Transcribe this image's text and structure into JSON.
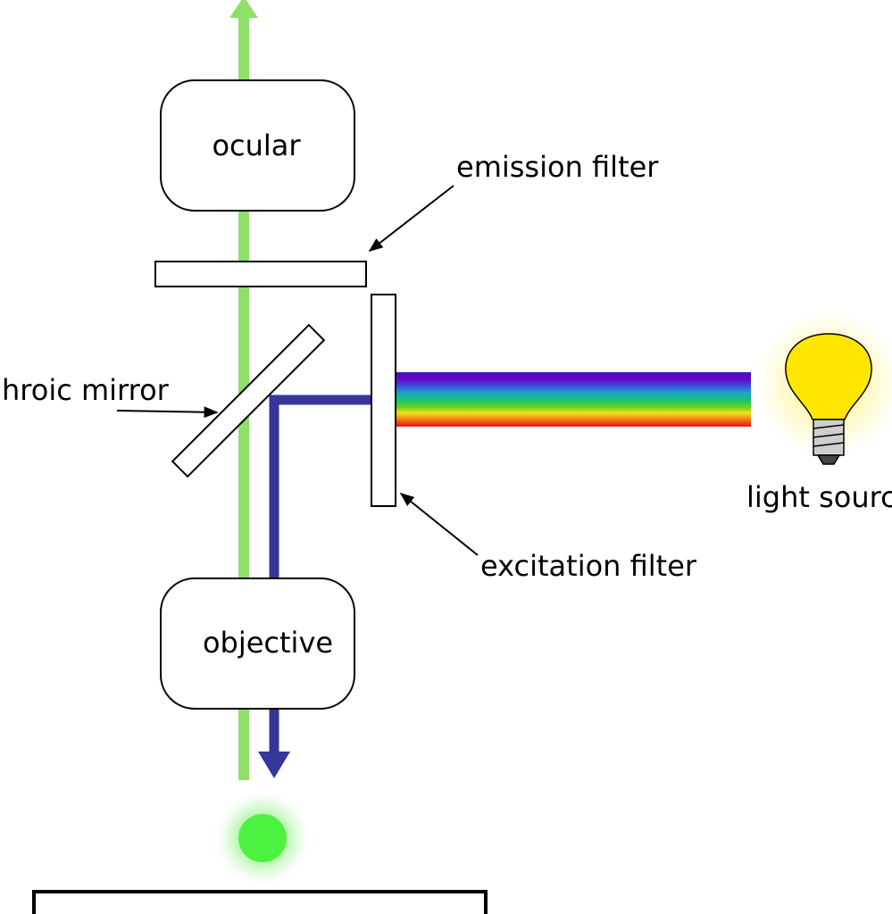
{
  "labels": {
    "ocular": "ocular",
    "emission_filter": "emission filter",
    "dichroic_mirror": "hroic mirror",
    "light_source": "light sourc",
    "excitation_filter": "excitation filter",
    "objective": "objective"
  },
  "colors": {
    "emission_light": "#8ee06a",
    "excitation_light": "#35359a",
    "specimen_glow": "#4cf23f",
    "bulb": "#ffe600",
    "outline": "#000000"
  },
  "icons": {
    "light_source": "lightbulb-icon"
  }
}
